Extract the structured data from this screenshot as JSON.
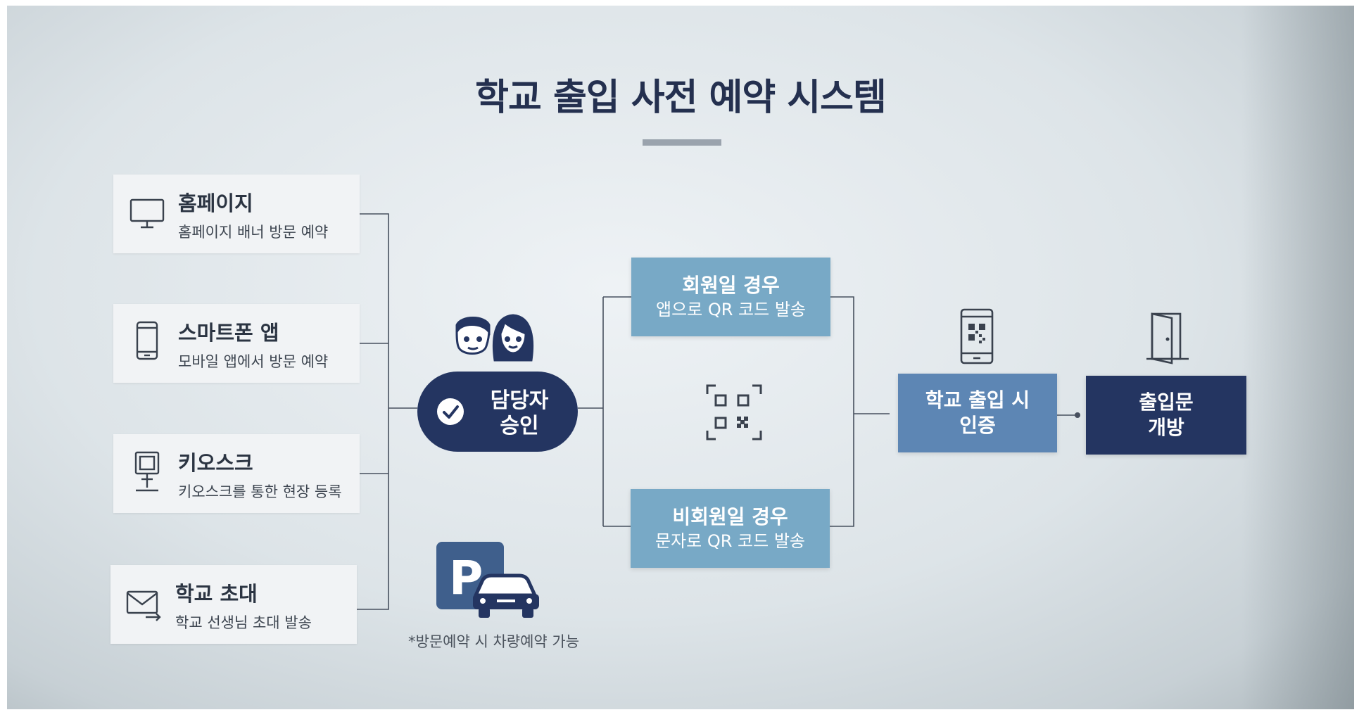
{
  "title": "학교 출입 사전 예약 시스템",
  "sources": [
    {
      "name": "홈페이지",
      "desc": "홈페이지 배너 방문 예약",
      "icon": "monitor-icon"
    },
    {
      "name": "스마트폰 앱",
      "desc": "모바일 앱에서 방문 예약",
      "icon": "smartphone-icon"
    },
    {
      "name": "키오스크",
      "desc": "키오스크를 통한 현장 등록",
      "icon": "kiosk-icon"
    },
    {
      "name": "학교 초대",
      "desc": "학교 선생님 초대 발송",
      "icon": "mail-send-icon"
    }
  ],
  "approval": {
    "line1": "담당자",
    "line2": "승인"
  },
  "member": {
    "line1": "회원일 경우",
    "line2": "앱으로 QR 코드 발송"
  },
  "nonmember": {
    "line1": "비회원일 경우",
    "line2": "문자로 QR 코드 발송"
  },
  "verify": {
    "line1": "학교 출입 시",
    "line2": "인증"
  },
  "gate": {
    "line1": "출입문",
    "line2": "개방"
  },
  "parking_note": "*방문예약 시 차량예약 가능",
  "colors": {
    "title": "#24304f",
    "navy": "#243561",
    "light_blue": "#78a9c6",
    "mid_blue": "#5d86b4",
    "connector": "#47505e"
  }
}
